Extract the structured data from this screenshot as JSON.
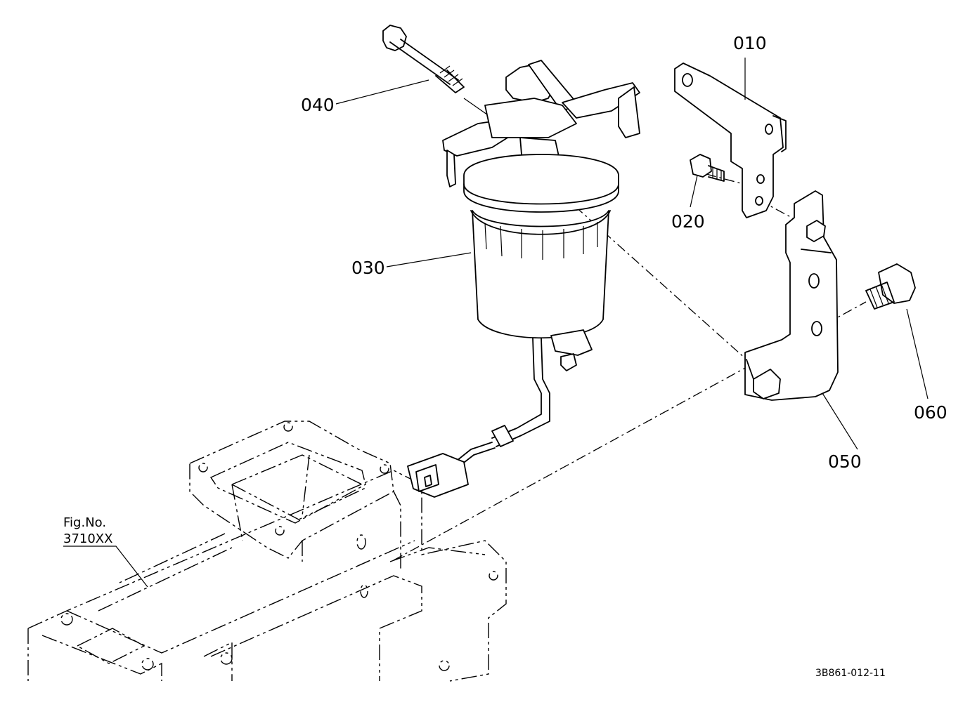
{
  "diagram": {
    "part_labels": {
      "p010": "010",
      "p020": "020",
      "p030": "030",
      "p040": "040",
      "p050": "050",
      "p060": "060"
    },
    "figure_reference": {
      "line1": "Fig.No.",
      "line2": "3710XX"
    },
    "drawing_code": "3B861-012-11"
  }
}
